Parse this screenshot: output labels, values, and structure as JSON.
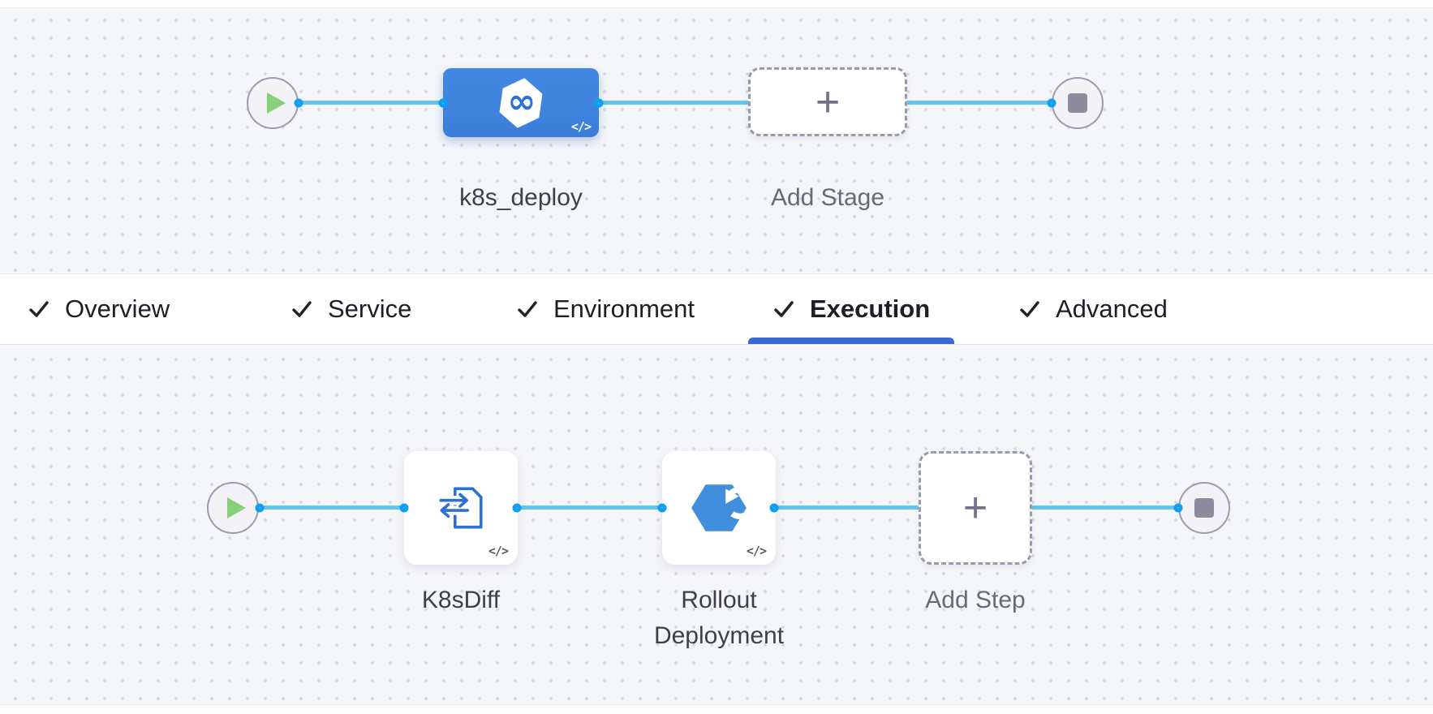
{
  "colors": {
    "canvas_bg": "#f5f6fa",
    "dot_grid": "#d6d7e1",
    "edge_line": "#61c6f0",
    "port_ring": "#0da0f0",
    "stage_node_blue": "#3d84dd",
    "icon_blue": "#2e6fd4",
    "rollout_hexagon_blue": "#418fdc",
    "active_tab_underline": "#3767cf",
    "play_green": "#87cf78",
    "stop_square_gray": "#8c8ba0",
    "dashed_border": "#989aad",
    "label_dark": "#3e3f49",
    "label_gray": "#696a75"
  },
  "stage_pipeline": {
    "start_icon": "play-icon",
    "end_icon": "stop-icon",
    "stage": {
      "name": "k8s_deploy",
      "icon": "harness-stage-icon",
      "icon_glyph": "∞",
      "code_badge": "</>"
    },
    "add_stage": {
      "label": "Add Stage",
      "plus": "+"
    }
  },
  "tabs": {
    "items": [
      {
        "label": "Overview",
        "checked": true,
        "active": false
      },
      {
        "label": "Service",
        "checked": true,
        "active": false
      },
      {
        "label": "Environment",
        "checked": true,
        "active": false
      },
      {
        "label": "Execution",
        "checked": true,
        "active": true
      },
      {
        "label": "Advanced",
        "checked": true,
        "active": false
      }
    ]
  },
  "execution_pipeline": {
    "start_icon": "play-icon",
    "end_icon": "stop-icon",
    "steps": [
      {
        "name": "K8sDiff",
        "icon": "k8s-diff-icon",
        "code_badge": "</>"
      },
      {
        "name": "Rollout Deployment",
        "icon": "rollout-deployment-icon",
        "code_badge": "</>"
      }
    ],
    "add_step": {
      "label": "Add Step",
      "plus": "+"
    }
  }
}
